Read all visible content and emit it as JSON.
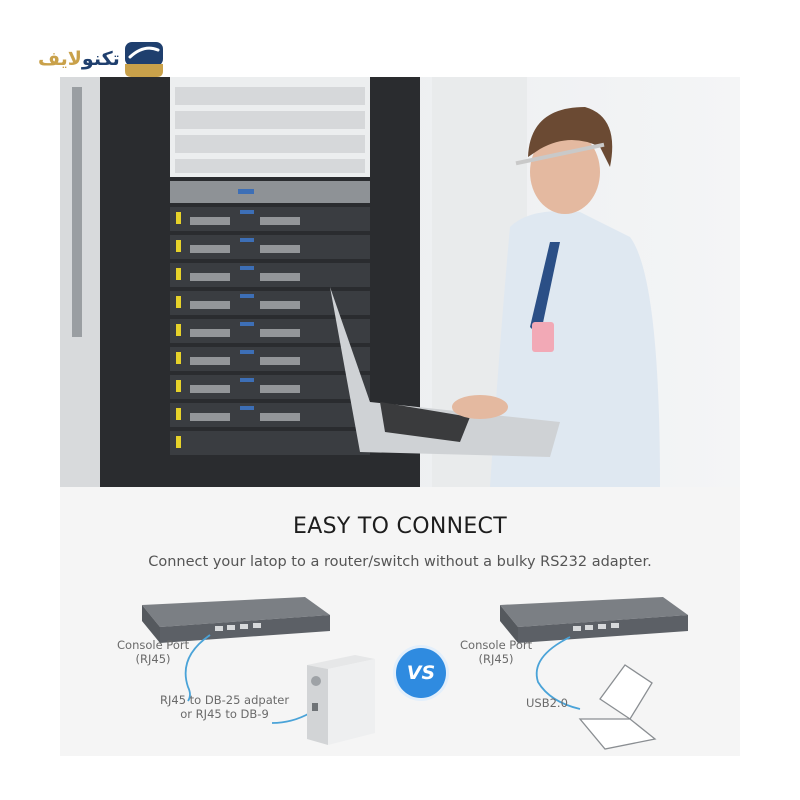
{
  "logo": {
    "text_blue": "تکنو",
    "text_gold": "لایف",
    "icon": "brand-mark-icon",
    "colors": {
      "blue": "#1f3f6e",
      "gold": "#c9a14a"
    }
  },
  "photo": {
    "description": "Technician with laptop in front of server rack in data center",
    "icon": "photo-image"
  },
  "panel": {
    "headline": "EASY TO CONNECT",
    "subline": "Connect your latop to a router/switch without a bulky RS232 adapter.",
    "left": {
      "console_port": "Console Port",
      "console_port_type": "(RJ45)",
      "adapter_line1": "RJ45 to DB-25 adpater",
      "adapter_line2": "or RJ45 to DB-9"
    },
    "vs_label": "VS",
    "right": {
      "console_port": "Console Port",
      "console_port_type": "(RJ45)",
      "usb_label": "USB2.0"
    },
    "colors": {
      "accent": "#2f8be0",
      "cable": "#4aa3d8",
      "background": "#f5f5f5"
    }
  }
}
